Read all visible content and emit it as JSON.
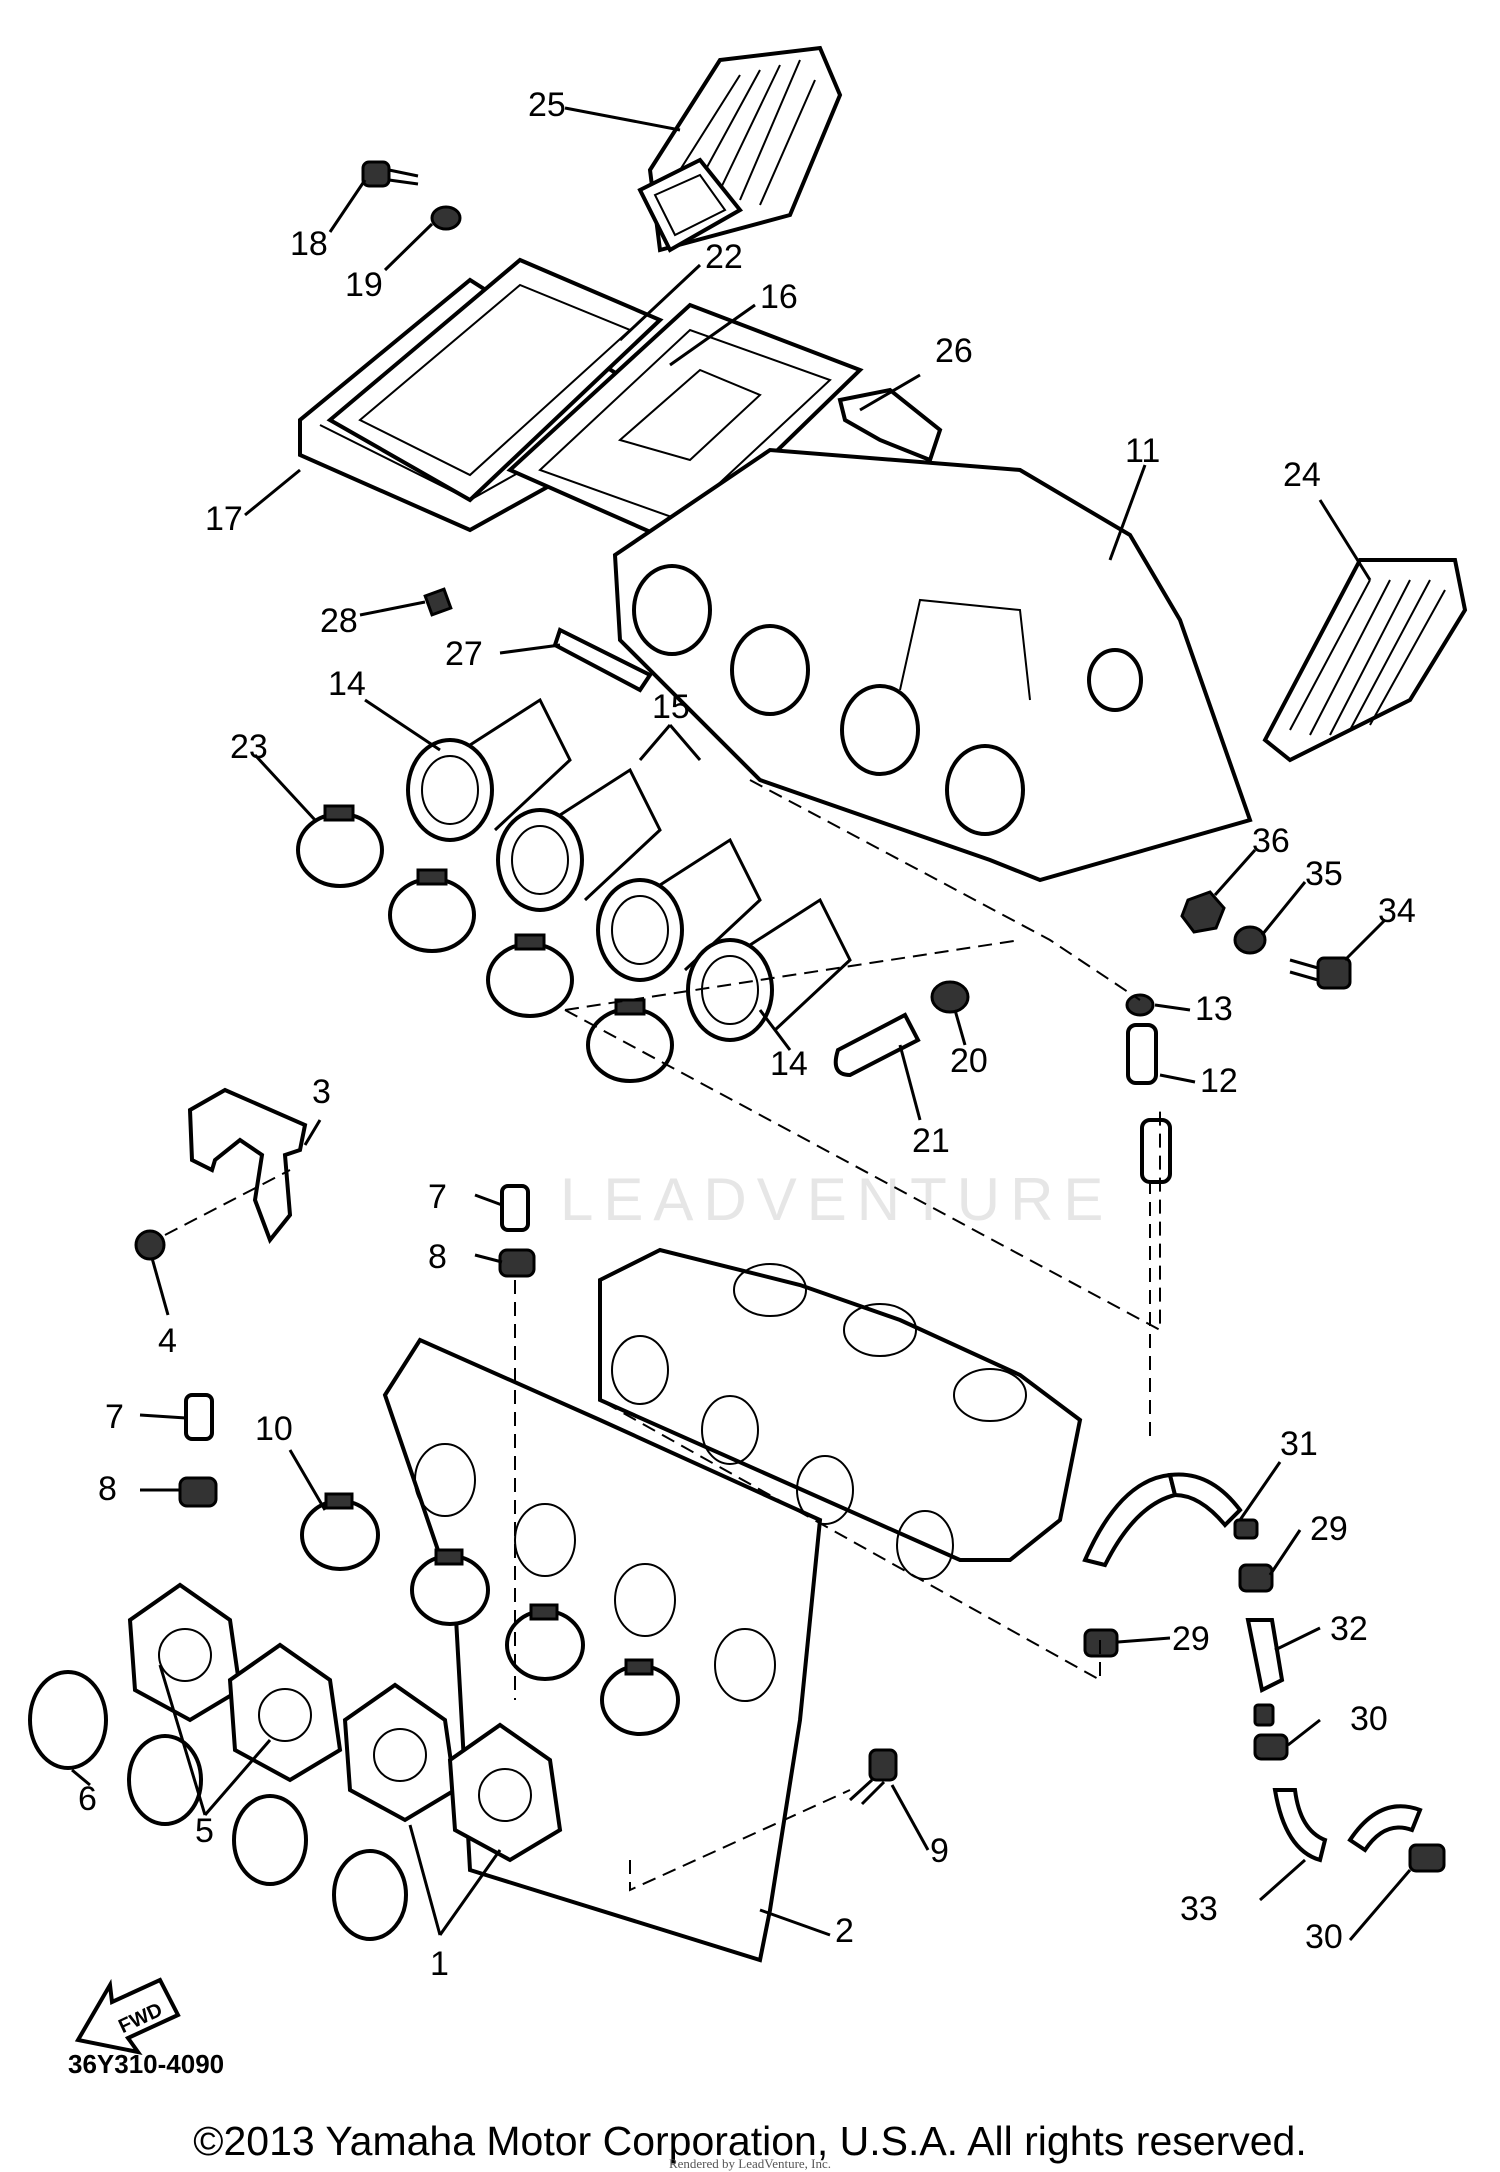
{
  "diagram": {
    "callouts": [
      {
        "id": "c25a",
        "text": "25"
      },
      {
        "id": "c18",
        "text": "18"
      },
      {
        "id": "c19",
        "text": "19"
      },
      {
        "id": "c22",
        "text": "22"
      },
      {
        "id": "c16",
        "text": "16"
      },
      {
        "id": "c26",
        "text": "26"
      },
      {
        "id": "c11",
        "text": "11"
      },
      {
        "id": "c24",
        "text": "24"
      },
      {
        "id": "c17",
        "text": "17"
      },
      {
        "id": "c28",
        "text": "28"
      },
      {
        "id": "c27",
        "text": "27"
      },
      {
        "id": "c14a",
        "text": "14"
      },
      {
        "id": "c15",
        "text": "15"
      },
      {
        "id": "c23",
        "text": "23"
      },
      {
        "id": "c36",
        "text": "36"
      },
      {
        "id": "c35",
        "text": "35"
      },
      {
        "id": "c34",
        "text": "34"
      },
      {
        "id": "c13",
        "text": "13"
      },
      {
        "id": "c3",
        "text": "3"
      },
      {
        "id": "c20",
        "text": "20"
      },
      {
        "id": "c12",
        "text": "12"
      },
      {
        "id": "c14b",
        "text": "14"
      },
      {
        "id": "c21",
        "text": "21"
      },
      {
        "id": "c7a",
        "text": "7"
      },
      {
        "id": "c8a",
        "text": "8"
      },
      {
        "id": "c4",
        "text": "4"
      },
      {
        "id": "c7b",
        "text": "7"
      },
      {
        "id": "c10",
        "text": "10"
      },
      {
        "id": "c8b",
        "text": "8"
      },
      {
        "id": "c31",
        "text": "31"
      },
      {
        "id": "c29a",
        "text": "29"
      },
      {
        "id": "c29b",
        "text": "29"
      },
      {
        "id": "c32",
        "text": "32"
      },
      {
        "id": "c30a",
        "text": "30"
      },
      {
        "id": "c6",
        "text": "6"
      },
      {
        "id": "c5",
        "text": "5"
      },
      {
        "id": "c9",
        "text": "9"
      },
      {
        "id": "c2",
        "text": "2"
      },
      {
        "id": "c33",
        "text": "33"
      },
      {
        "id": "c30b",
        "text": "30"
      },
      {
        "id": "c1",
        "text": "1"
      }
    ],
    "fwd_label": "FWD",
    "part_number": "36Y310-4090",
    "watermark": "LEADVENTURE",
    "copyright": "©2013 Yamaha Motor Corporation, U.S.A. All rights reserved.",
    "subnote": "Rendered by LeadVenture, Inc."
  }
}
